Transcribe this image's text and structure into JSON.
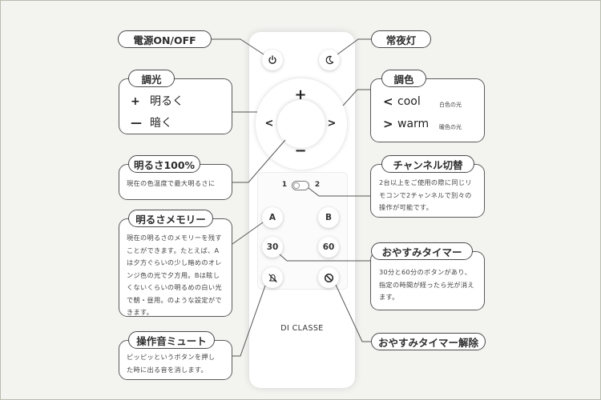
{
  "remote": {
    "brand": "DI CLASSE",
    "dial_plus": "+",
    "dial_minus": "−",
    "dial_left": "<",
    "dial_right": ">",
    "channel_1": "1",
    "channel_2": "2",
    "button_a": "A",
    "button_b": "B",
    "timer_30": "30",
    "timer_60": "60"
  },
  "callouts": {
    "power": {
      "title": "電源ON/OFF"
    },
    "night_light": {
      "title": "常夜灯"
    },
    "dimming": {
      "title": "調光",
      "items": [
        {
          "symbol": "+",
          "label": "明るく"
        },
        {
          "symbol": "—",
          "label": "暗く"
        }
      ]
    },
    "color_tone": {
      "title": "調色",
      "items": [
        {
          "symbol": "<",
          "label": "cool",
          "note": "白色の光"
        },
        {
          "symbol": ">",
          "label": "warm",
          "note": "暖色の光"
        }
      ]
    },
    "brightness_max": {
      "title": "明るさ100%",
      "lines": [
        "現在の色温度で最大明るさに"
      ]
    },
    "channel": {
      "title": "チャンネル切替",
      "lines": [
        "2台以上をご使用の際に同じリ",
        "モコンで2チャンネルで別々の",
        "操作が可能です。"
      ]
    },
    "memory": {
      "title": "明るさメモリー",
      "lines": [
        "現在の明るさのメモリーを残す",
        "ことができます。たとえば、A",
        "は夕方ぐらいの少し暗めのオレ",
        "ンジ色の光で夕方用。Bは眩し",
        "くないくらいの明るめの白い光",
        "で朝・昼用。のような設定がで",
        "きます。"
      ]
    },
    "sleep_timer": {
      "title": "おやすみタイマー",
      "lines": [
        "30分と60分のボタンがあり、",
        "指定の時間が経ったら光が消え",
        "ます。"
      ]
    },
    "mute": {
      "title": "操作音ミュート",
      "lines": [
        "ピッピッというボタンを押し",
        "た時に出る音を消します。"
      ]
    },
    "timer_cancel": {
      "title": "おやすみタイマー解除"
    }
  },
  "icons": {
    "power": "power-icon",
    "night": "moon-icon",
    "mute": "mute-icon",
    "cancel": "cancel-icon"
  },
  "colors": {
    "line": "#555555",
    "background": "#f3f3f0",
    "remote": "#ffffff"
  }
}
